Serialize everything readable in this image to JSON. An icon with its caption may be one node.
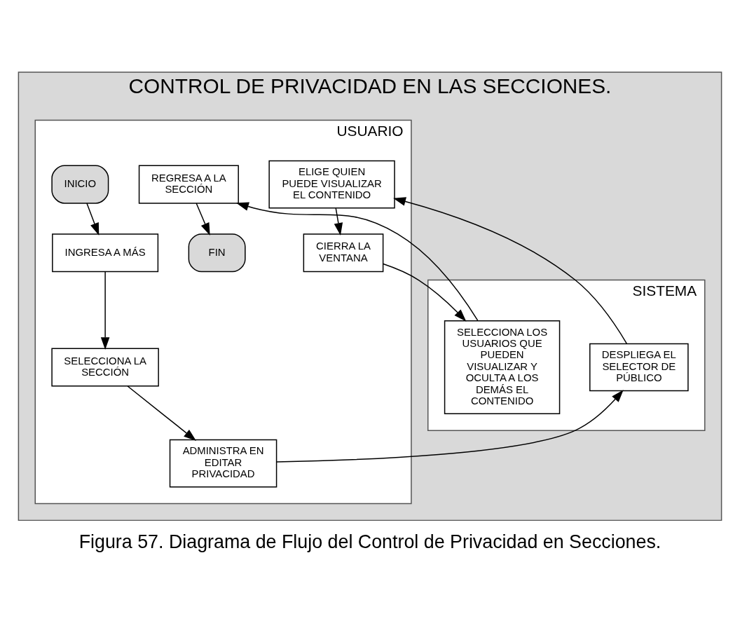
{
  "diagram": {
    "caption": "Figura 57. Diagrama de Flujo del Control de Privacidad en Secciones.",
    "nodes": [
      {
        "text": [
          "CONTROL DE PRIVACIDAD EN LAS SECCIONES."
        ]
      },
      {
        "text": [
          "USUARIO"
        ],
        "in": 0
      },
      {
        "text": [
          "INICIO"
        ],
        "in": 1
      },
      {
        "text": [
          "INGRESA A MÁS"
        ],
        "in": 1
      },
      {
        "text": [
          "SELECCIONA LA SECCIÓN"
        ],
        "in": 1
      },
      {
        "text": [
          "ADMINISTRA EN EDITAR PRIVACIDAD"
        ],
        "in": 1
      },
      {
        "text": [
          "ELIGE QUIEN PUEDE VISUALIZAR EL CONTENIDO"
        ],
        "in": 1
      },
      {
        "text": [
          "CIERRA LA VENTANA"
        ],
        "in": 1
      },
      {
        "text": [
          "FIN"
        ],
        "in": 1
      },
      {
        "text": [
          "REGRESA A LA SECCIÓN"
        ],
        "in": 1
      },
      {
        "text": [
          "SISTEMA"
        ],
        "in": 0
      },
      {
        "text": [
          "DESPLIEGA EL SELECTOR DE PÚBLICO"
        ],
        "in": 10
      },
      {
        "text": [
          "SELECCIONA LOS USUARIOS QUE PUEDEN VISUALIZAR Y OCULTA A LOS DEMÁS EL CONTENIDO"
        ],
        "in": 10
      }
    ],
    "edges": [
      {
        "from": 2,
        "to": 3,
        "arrow": "to"
      },
      {
        "from": 3,
        "to": 4,
        "arrow": "to"
      },
      {
        "from": 4,
        "to": 5,
        "arrow": "to"
      },
      {
        "from": 5,
        "to": 11,
        "arrow": "to"
      },
      {
        "from": 11,
        "to": 6,
        "arrow": "to"
      },
      {
        "from": 6,
        "to": 7,
        "arrow": "to"
      },
      {
        "from": 7,
        "to": 12,
        "arrow": "to"
      },
      {
        "from": 12,
        "to": 9,
        "arrow": "to"
      },
      {
        "from": 9,
        "to": 8,
        "arrow": "to"
      }
    ]
  }
}
